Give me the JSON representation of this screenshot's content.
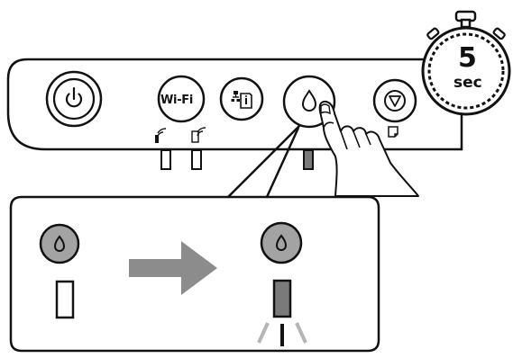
{
  "panel": {
    "wifi_label": "Wi-Fi",
    "buttons": [
      "power",
      "wifi",
      "network-status",
      "ink",
      "stop"
    ]
  },
  "timer": {
    "value": "5",
    "unit": "sec"
  },
  "zoom": {
    "led_before": "off",
    "led_after": "on"
  },
  "colors": {
    "stroke": "#111111",
    "button_fill_zoom": "#a3a3a3",
    "arrow": "#8c8c8c",
    "led_on": "#7a7a7a",
    "glow": "#b5b5b5"
  },
  "icons": [
    "power-icon",
    "wifi-icon",
    "network-status-icon",
    "ink-drop-icon",
    "stop-icon",
    "hand-icon",
    "stopwatch-icon",
    "arrow-right-icon"
  ]
}
